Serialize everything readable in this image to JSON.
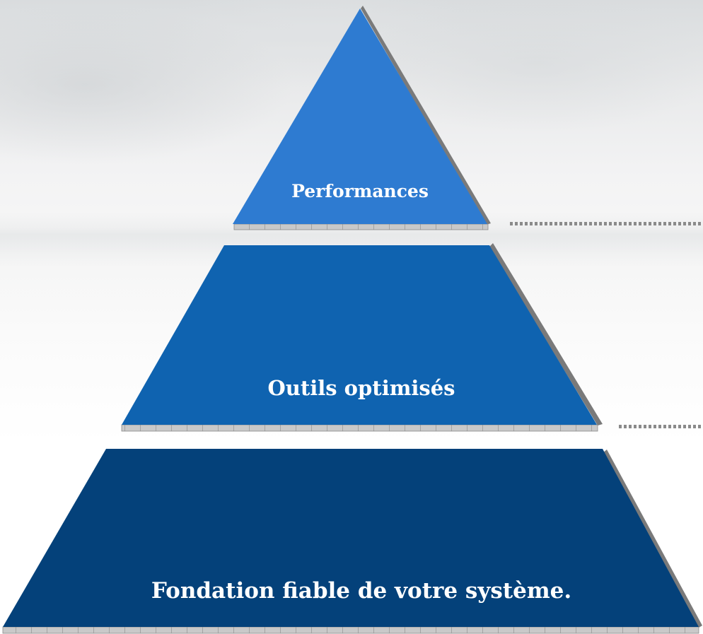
{
  "diagram": {
    "type": "pyramid",
    "tiers": [
      {
        "id": "top",
        "label": "Performances",
        "color": "#2e7bd1"
      },
      {
        "id": "middle",
        "label": "Outils optimisés",
        "color": "#0f63b0"
      },
      {
        "id": "bottom",
        "label": "Fondation fiable de votre système.",
        "color": "#04417a"
      }
    ],
    "connector_color": "#8a8a8a",
    "edge_color": "#6f6f6f"
  }
}
